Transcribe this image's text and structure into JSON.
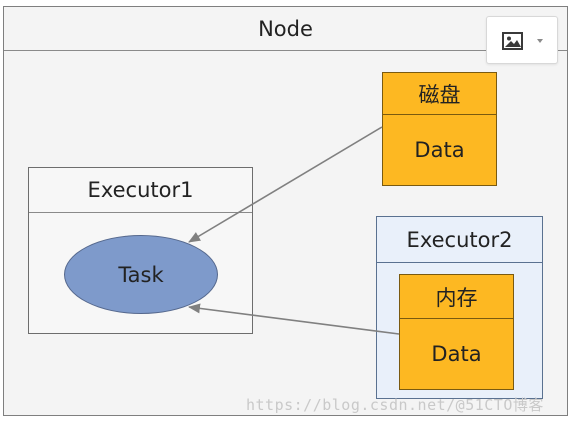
{
  "node": {
    "title": "Node"
  },
  "toolbar": {
    "image_icon": "image-icon",
    "dropdown_icon": "chevron-down-icon"
  },
  "executor1": {
    "title": "Executor1",
    "task_label": "Task"
  },
  "disk": {
    "title": "磁盘",
    "data_label": "Data"
  },
  "executor2": {
    "title": "Executor2"
  },
  "memory": {
    "title": "内存",
    "data_label": "Data"
  },
  "watermark": "https://blog.csdn.net/@51CTO博客",
  "colors": {
    "storage_fill": "#fdb822",
    "task_fill": "#7e9acb",
    "executor2_fill": "#e9f0fa",
    "arrow": "#808080"
  }
}
